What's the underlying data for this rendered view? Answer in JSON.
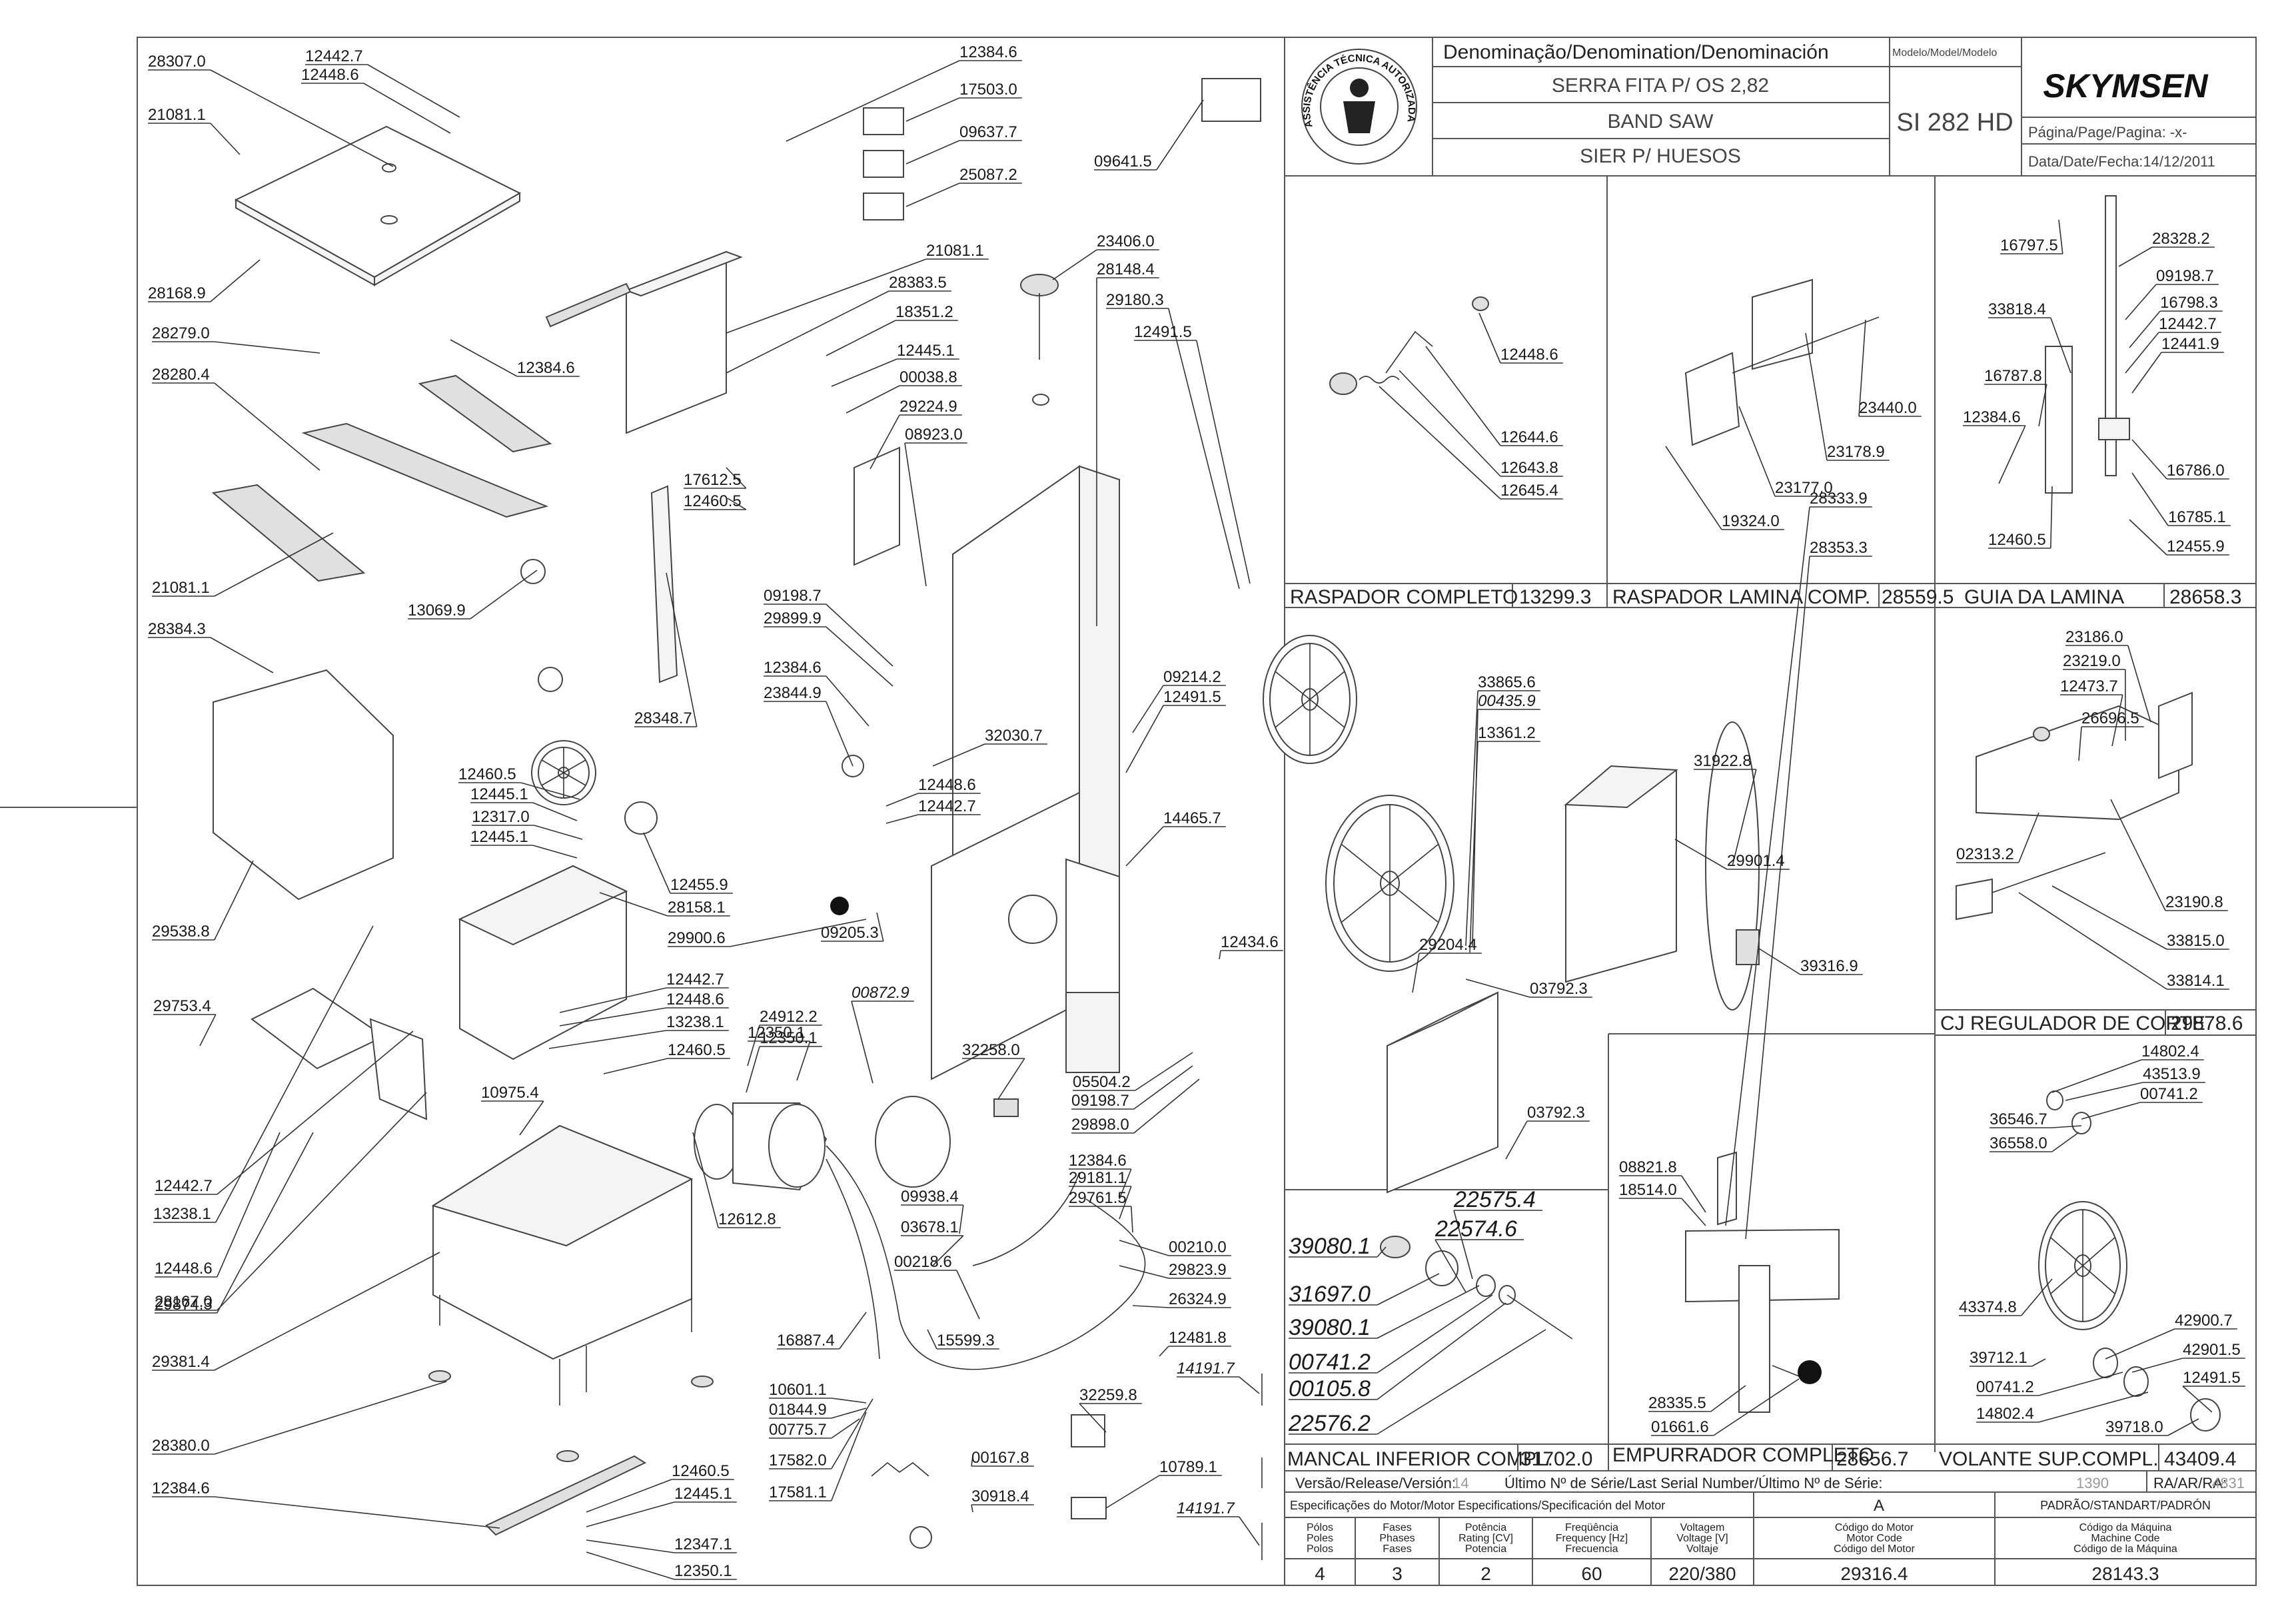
{
  "title_block": {
    "denomination_header": "Denominação/Denomination/Denominación",
    "model_header": "Modelo/Model/Modelo",
    "name_pt": "SERRA FITA P/ OS 2,82",
    "name_en": "BAND SAW",
    "name_es": "SIER P/ HUESOS",
    "model": "SI 282 HD",
    "brand": "SKYMSEN",
    "page_label": "Página/Page/Pagina: -x-",
    "date_label": "Data/Date/Fecha:14/12/2011",
    "seal_text": "ASSISTÊNCIA TÉCNICA AUTORIZADA"
  },
  "panels": [
    {
      "name": "RASPADOR COMPLETO",
      "code": "13299.3"
    },
    {
      "name": "RASPADOR LAMINA COMP.",
      "code": "28559.5"
    },
    {
      "name": "GUIA DA LAMINA",
      "code": "28658.3"
    },
    {
      "name": "CJ REGULADOR DE CORTE",
      "code": "29878.6"
    },
    {
      "name": "MANCAL INFERIOR COMPL.",
      "code": "31702.0"
    },
    {
      "name": "EMPURRADOR COMPLETO",
      "code": "28656.7"
    },
    {
      "name": "VOLANTE SUP.COMPL.",
      "code": "43409.4"
    }
  ],
  "release": {
    "version_label": "Versão/Release/Versión:",
    "version": "14",
    "serial_label": "Último Nº de Série/Last Serial Number/Último Nº de Série:",
    "serial": "1390",
    "ra_label": "RA/AR/RA:",
    "ra": "4831"
  },
  "motor_spec": {
    "header": "Especificações do Motor/Motor Especifications/Specificación del Motor",
    "col_a": "A",
    "col_std": "PADRÃO/STANDART/PADRÓN",
    "columns": [
      {
        "h1": "Pólos",
        "h2": "Poles",
        "h3": "Polos",
        "value": "4"
      },
      {
        "h1": "Fases",
        "h2": "Phases",
        "h3": "Fases",
        "value": "3"
      },
      {
        "h1": "Potência",
        "h2": "Rating [CV]",
        "h3": "Potencia",
        "value": "2"
      },
      {
        "h1": "Freqüência",
        "h2": "Frequency [Hz]",
        "h3": "Frecuencia",
        "value": "60"
      },
      {
        "h1": "Voltagem",
        "h2": "Voltage [V]",
        "h3": "Voltaje",
        "value": "220/380"
      },
      {
        "h1": "Código do Motor",
        "h2": "Motor Code",
        "h3": "Código del Motor",
        "value": "29316.4"
      },
      {
        "h1": "Código da Máquina",
        "h2": "Machine Code",
        "h3": "Código de la Máquina",
        "value": "28143.3"
      }
    ]
  },
  "part_labels": [
    "28307.0",
    "12442.7",
    "12448.6",
    "21081.1",
    "28168.9",
    "12384.6",
    "28279.0",
    "28280.4",
    "21081.1",
    "28384.3",
    "29538.8",
    "13238.1",
    "29753.4",
    "12442.7",
    "12448.6",
    "29874.3",
    "28167.0",
    "29381.4",
    "28380.0",
    "12384.6",
    "17503.0",
    "09637.7",
    "25087.2",
    "09641.5",
    "21081.1",
    "28383.5",
    "18351.2",
    "12445.1",
    "00038.8",
    "29224.9",
    "08923.0",
    "12384.6",
    "17612.5",
    "12460.5",
    "13069.9",
    "28348.7",
    "12460.5",
    "12445.1",
    "12317.0",
    "12445.1",
    "12455.9",
    "28158.1",
    "29900.6",
    "12442.7",
    "12448.6",
    "13238.1",
    "12460.5",
    "10975.4",
    "12350.1",
    "12460.5",
    "12445.1",
    "12347.1",
    "12350.1",
    "09198.7",
    "29899.9",
    "12384.6",
    "23844.9",
    "32030.7",
    "12448.6",
    "12442.7",
    "09205.3",
    "00872.9",
    "24912.2",
    "12350.1",
    "12612.8",
    "32258.0",
    "05504.2",
    "09198.7",
    "29898.0",
    "12384.6",
    "29181.1",
    "29761.5",
    "09938.4",
    "03678.1",
    "00218.6",
    "16887.4",
    "15599.3",
    "10601.1",
    "01844.9",
    "00775.7",
    "17582.0",
    "17581.1",
    "00167.8",
    "30918.4",
    "32259.8",
    "10789.1",
    "14191.7",
    "14191.7",
    "00210.0",
    "29823.9",
    "26324.9",
    "12481.8",
    "23406.0",
    "28148.4",
    "29180.3",
    "12491.5",
    "09214.2",
    "12491.5",
    "14465.7",
    "12434.6",
    "33865.6",
    "00435.9",
    "13361.2",
    "31922.8",
    "29901.4",
    "29204.4",
    "39316.9",
    "03792.3",
    "03792.3",
    "12448.6",
    "12644.6",
    "12643.8",
    "12645.4",
    "23440.0",
    "23178.9",
    "23177.0",
    "19324.0",
    "16797.5",
    "28328.2",
    "09198.7",
    "16798.3",
    "33818.4",
    "12442.7",
    "12441.9",
    "16787.8",
    "12384.6",
    "16786.0",
    "16785.1",
    "12460.5",
    "12455.9",
    "23186.0",
    "23219.0",
    "12473.7",
    "26696.5",
    "02313.2",
    "23190.8",
    "33815.0",
    "33814.1",
    "22575.4",
    "22574.6",
    "39080.1",
    "31697.0",
    "39080.1",
    "00741.2",
    "00105.8",
    "22576.2",
    "28333.9",
    "28353.3",
    "08821.8",
    "18514.0",
    "28335.5",
    "01661.6",
    "14802.4",
    "43513.9",
    "00741.2",
    "36546.7",
    "36558.0",
    "43374.8",
    "42900.7",
    "42901.5",
    "39712.1",
    "00741.2",
    "12491.5",
    "14802.4",
    "39718.0"
  ]
}
